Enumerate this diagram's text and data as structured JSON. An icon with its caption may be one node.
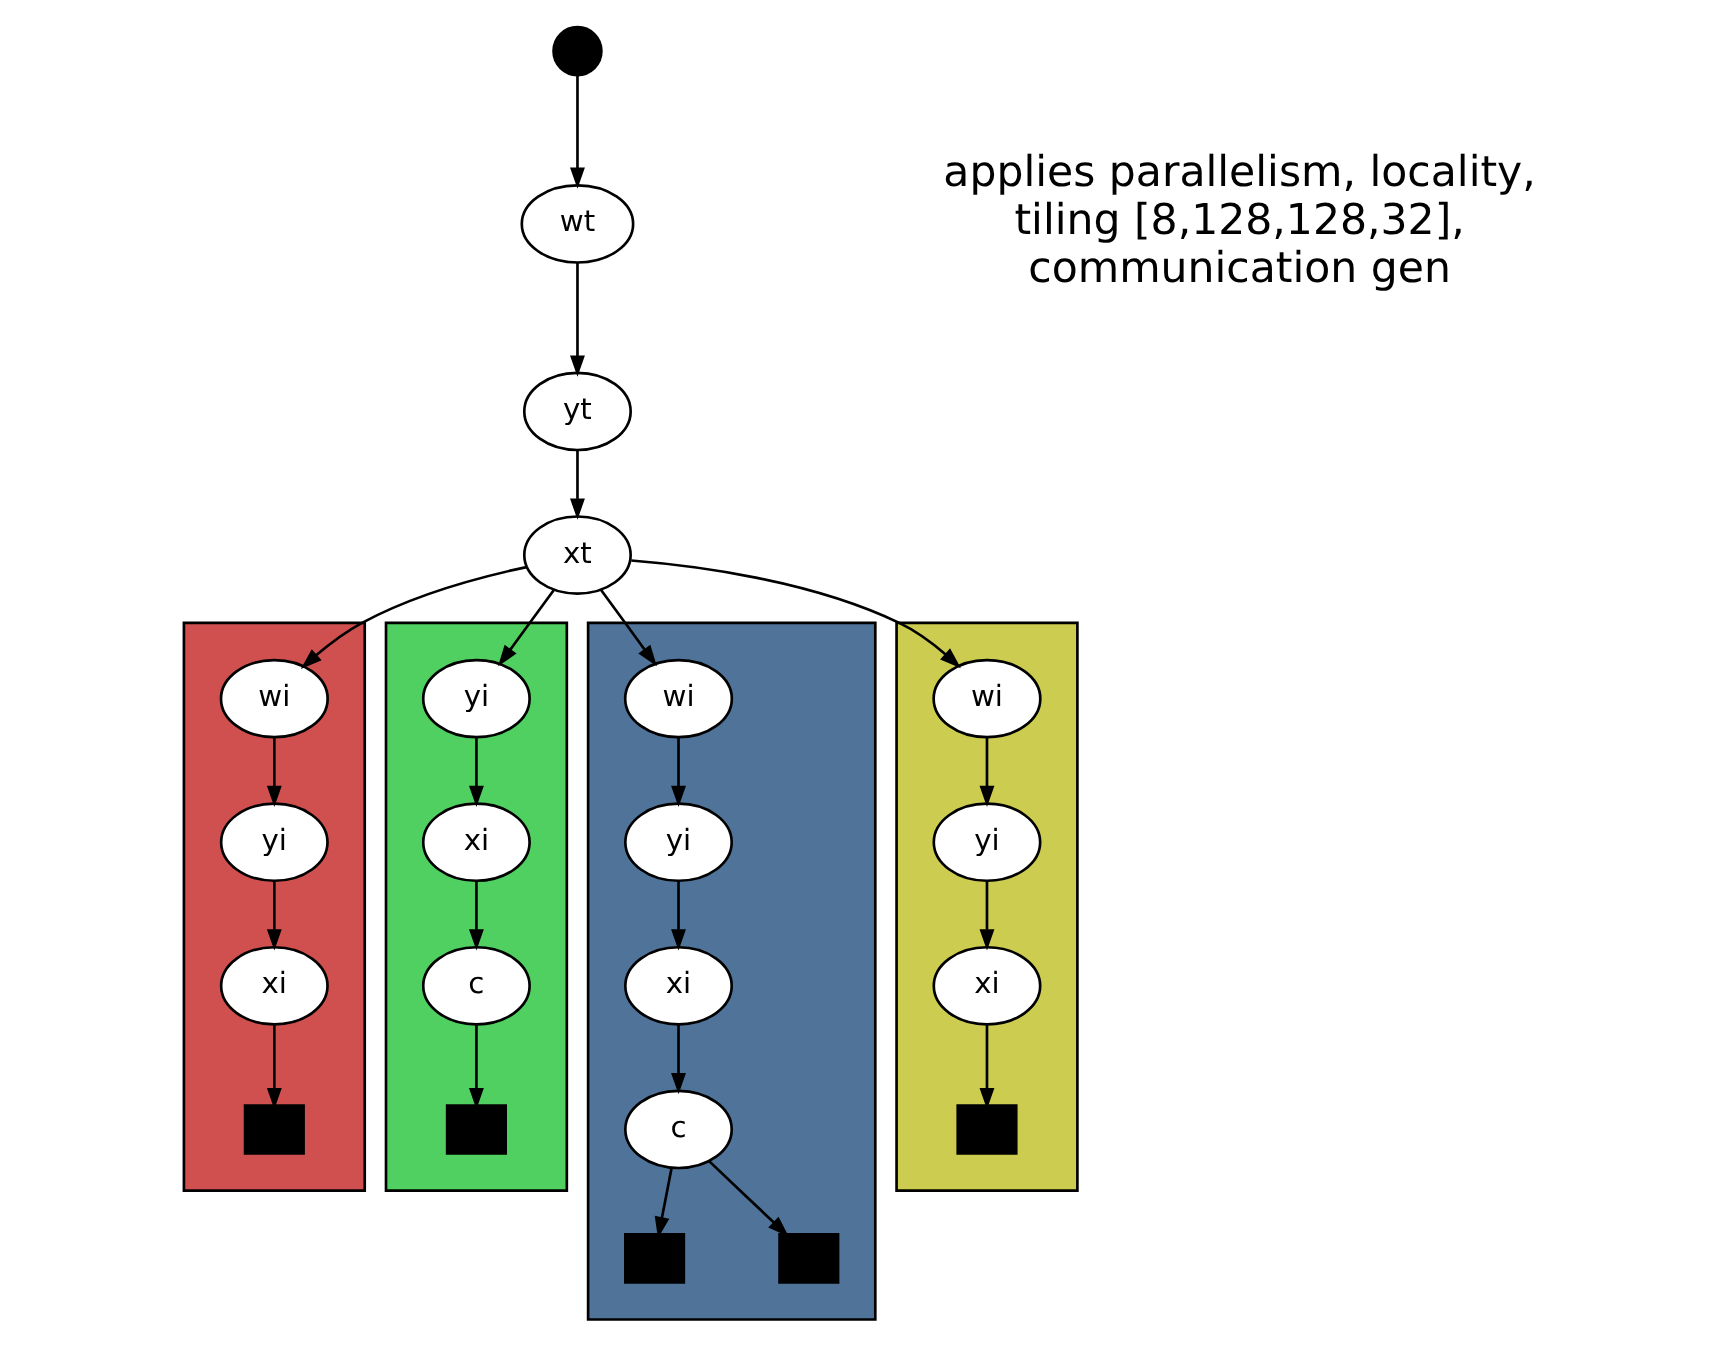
{
  "diagram": {
    "nodes": [
      {
        "text": [],
        "shape": "circle"
      },
      {
        "text": [
          "wt"
        ]
      },
      {
        "text": [
          "yt"
        ]
      },
      {
        "text": [
          "xt"
        ]
      },
      {
        "text": [],
        "shape": "box"
      },
      {
        "text": [
          "wi"
        ],
        "in": 4
      },
      {
        "text": [
          "yi"
        ],
        "in": 4
      },
      {
        "text": [
          "xi"
        ],
        "in": 4
      },
      {
        "text": [],
        "shape": "box",
        "in": 4
      },
      {
        "text": [],
        "shape": "box"
      },
      {
        "text": [
          "yi"
        ],
        "in": 9
      },
      {
        "text": [
          "xi"
        ],
        "in": 9
      },
      {
        "text": [
          "c"
        ],
        "in": 9
      },
      {
        "text": [],
        "shape": "box",
        "in": 9
      },
      {
        "text": [],
        "shape": "box"
      },
      {
        "text": [
          "wi"
        ],
        "in": 14
      },
      {
        "text": [
          "yi"
        ],
        "in": 14
      },
      {
        "text": [
          "xi"
        ],
        "in": 14
      },
      {
        "text": [
          "c"
        ],
        "in": 14
      },
      {
        "text": [],
        "shape": "box",
        "in": 14
      },
      {
        "text": [],
        "shape": "box",
        "in": 14
      },
      {
        "text": [],
        "shape": "box"
      },
      {
        "text": [
          "wi"
        ],
        "in": 21
      },
      {
        "text": [
          "yi"
        ],
        "in": 21
      },
      {
        "text": [
          "xi"
        ],
        "in": 21
      },
      {
        "text": [],
        "shape": "box",
        "in": 21
      }
    ],
    "edges": [
      {
        "from": 0,
        "to": 1,
        "arrow": "to"
      },
      {
        "from": 1,
        "to": 2,
        "arrow": "to"
      },
      {
        "from": 2,
        "to": 3,
        "arrow": "to"
      },
      {
        "from": 3,
        "to": 5,
        "arrow": "to"
      },
      {
        "from": 3,
        "to": 10,
        "arrow": "to"
      },
      {
        "from": 3,
        "to": 15,
        "arrow": "to"
      },
      {
        "from": 3,
        "to": 22,
        "arrow": "to"
      },
      {
        "from": 5,
        "to": 6,
        "arrow": "to"
      },
      {
        "from": 6,
        "to": 7,
        "arrow": "to"
      },
      {
        "from": 7,
        "to": 8,
        "arrow": "to"
      },
      {
        "from": 10,
        "to": 11,
        "arrow": "to"
      },
      {
        "from": 11,
        "to": 12,
        "arrow": "to"
      },
      {
        "from": 12,
        "to": 13,
        "arrow": "to"
      },
      {
        "from": 15,
        "to": 16,
        "arrow": "to"
      },
      {
        "from": 16,
        "to": 17,
        "arrow": "to"
      },
      {
        "from": 17,
        "to": 18,
        "arrow": "to"
      },
      {
        "from": 18,
        "to": 19,
        "arrow": "to"
      },
      {
        "from": 18,
        "to": 20,
        "arrow": "to"
      },
      {
        "from": 22,
        "to": 23,
        "arrow": "to"
      },
      {
        "from": 23,
        "to": 24,
        "arrow": "to"
      },
      {
        "from": 24,
        "to": 25,
        "arrow": "to"
      }
    ],
    "labels": [
      "applies parallelism, locality, tiling [8,128,128,32], communication gen"
    ]
  }
}
